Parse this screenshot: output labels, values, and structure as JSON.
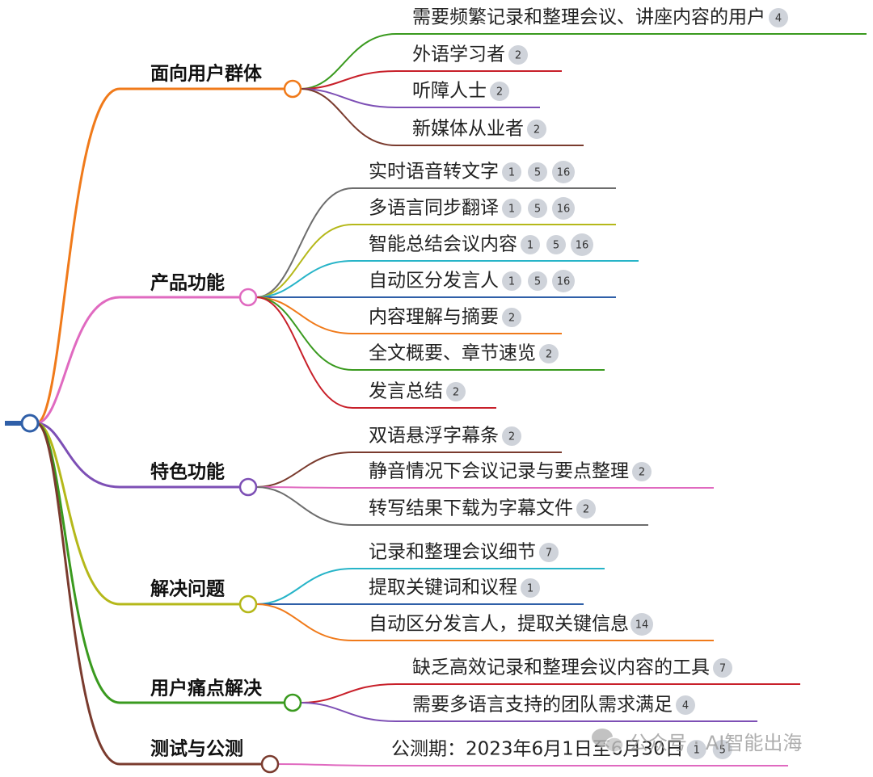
{
  "mindmap": {
    "root_color": "#2f5fa8",
    "branches": [
      {
        "label": "面向用户群体",
        "color": "#f07a1a",
        "leaves": [
          {
            "text": "需要频繁记录和整理会议、讲座内容的用户",
            "badges": [
              "4"
            ],
            "color": "#3a9a1f"
          },
          {
            "text": "外语学习者",
            "badges": [
              "2"
            ],
            "color": "#c8202a"
          },
          {
            "text": "听障人士",
            "badges": [
              "2"
            ],
            "color": "#7d4fb5"
          },
          {
            "text": "新媒体从业者",
            "badges": [
              "2"
            ],
            "color": "#7a3b2e"
          }
        ]
      },
      {
        "label": "产品功能",
        "color": "#e06ac0",
        "leaves": [
          {
            "text": "实时语音转文字",
            "badges": [
              "1",
              "5",
              "16"
            ],
            "color": "#6d6d6d"
          },
          {
            "text": "多语言同步翻译",
            "badges": [
              "1",
              "5",
              "16"
            ],
            "color": "#b5b81a"
          },
          {
            "text": "智能总结会议内容",
            "badges": [
              "1",
              "5",
              "16"
            ],
            "color": "#27b4c8"
          },
          {
            "text": "自动区分发言人",
            "badges": [
              "1",
              "5",
              "16"
            ],
            "color": "#2f5fa8"
          },
          {
            "text": "内容理解与摘要",
            "badges": [
              "2"
            ],
            "color": "#f07a1a"
          },
          {
            "text": "全文概要、章节速览",
            "badges": [
              "2"
            ],
            "color": "#3a9a1f"
          },
          {
            "text": "发言总结",
            "badges": [
              "2"
            ],
            "color": "#c8202a"
          }
        ]
      },
      {
        "label": "特色功能",
        "color": "#7d4fb5",
        "leaves": [
          {
            "text": "双语悬浮字幕条",
            "badges": [
              "2"
            ],
            "color": "#7a3b2e"
          },
          {
            "text": "静音情况下会议记录与要点整理",
            "badges": [
              "2"
            ],
            "color": "#e06ac0"
          },
          {
            "text": "转写结果下载为字幕文件",
            "badges": [
              "2"
            ],
            "color": "#6d6d6d"
          }
        ]
      },
      {
        "label": "解决问题",
        "color": "#b5b81a",
        "leaves": [
          {
            "text": "记录和整理会议细节",
            "badges": [
              "7"
            ],
            "color": "#27b4c8"
          },
          {
            "text": "提取关键词和议程",
            "badges": [
              "1"
            ],
            "color": "#2f5fa8"
          },
          {
            "text": "自动区分发言人，提取关键信息",
            "badges": [
              "14"
            ],
            "color": "#f07a1a"
          }
        ]
      },
      {
        "label": "用户痛点解决",
        "color": "#3a9a1f",
        "leaves": [
          {
            "text": "缺乏高效记录和整理会议内容的工具",
            "badges": [
              "7"
            ],
            "color": "#c8202a"
          },
          {
            "text": "需要多语言支持的团队需求满足",
            "badges": [
              "4"
            ],
            "color": "#7d4fb5"
          }
        ]
      },
      {
        "label": "测试与公测",
        "color": "#7a3b2e",
        "leaves": [
          {
            "text": "公测期：2023年6月1日至6月30日",
            "badges": [
              "1",
              "5"
            ],
            "color": "#e06ac0"
          }
        ]
      }
    ]
  },
  "watermark": {
    "text": "公众号 · AI智能出海",
    "icon": "wechat-icon"
  }
}
